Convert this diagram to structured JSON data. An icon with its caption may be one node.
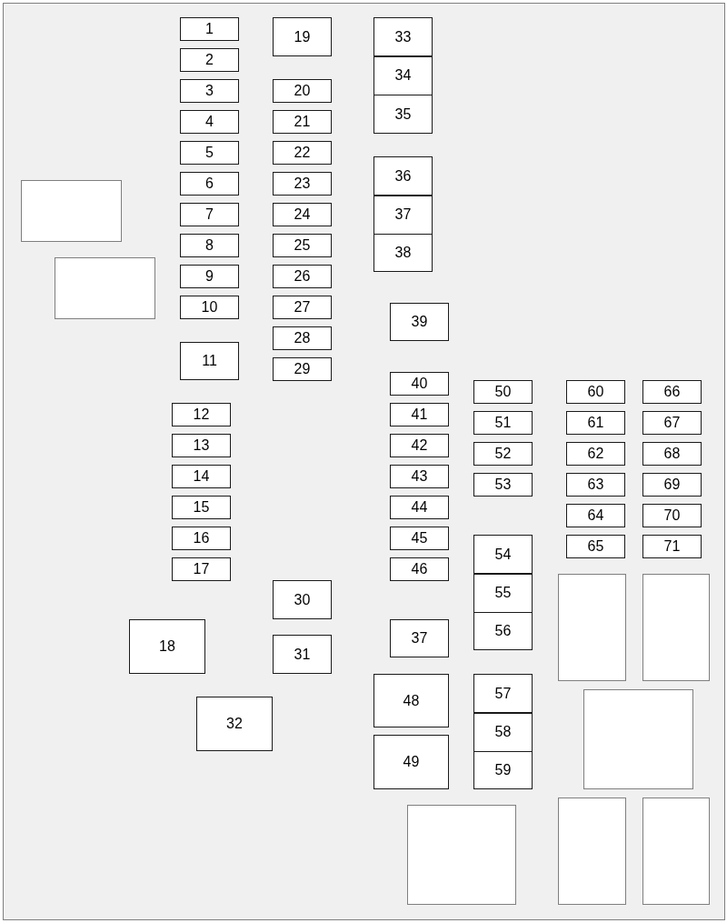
{
  "diagram": {
    "nodes": [
      {
        "text": [],
        "shape": "box"
      },
      {
        "text": [],
        "shape": "box"
      },
      {
        "text": [
          "1"
        ]
      },
      {
        "text": [
          "2"
        ]
      },
      {
        "text": [
          "3"
        ]
      },
      {
        "text": [
          "4"
        ]
      },
      {
        "text": [
          "5"
        ]
      },
      {
        "text": [
          "6"
        ]
      },
      {
        "text": [
          "7"
        ]
      },
      {
        "text": [
          "8"
        ]
      },
      {
        "text": [
          "9"
        ]
      },
      {
        "text": [
          "10"
        ]
      },
      {
        "text": [
          "11"
        ]
      },
      {
        "text": [
          "12"
        ]
      },
      {
        "text": [
          "13"
        ]
      },
      {
        "text": [
          "14"
        ]
      },
      {
        "text": [
          "15"
        ]
      },
      {
        "text": [
          "16"
        ]
      },
      {
        "text": [
          "17"
        ]
      },
      {
        "text": [
          "18"
        ]
      },
      {
        "text": [
          "19"
        ]
      },
      {
        "text": [
          "20"
        ]
      },
      {
        "text": [
          "21"
        ]
      },
      {
        "text": [
          "22"
        ]
      },
      {
        "text": [
          "23"
        ]
      },
      {
        "text": [
          "24"
        ]
      },
      {
        "text": [
          "25"
        ]
      },
      {
        "text": [
          "26"
        ]
      },
      {
        "text": [
          "27"
        ]
      },
      {
        "text": [
          "28"
        ]
      },
      {
        "text": [
          "29"
        ]
      },
      {
        "text": [
          "30"
        ]
      },
      {
        "text": [
          "31"
        ]
      },
      {
        "text": [
          "32"
        ]
      },
      {
        "text": [
          "33"
        ]
      },
      {
        "text": [
          "34"
        ]
      },
      {
        "text": [
          "35"
        ]
      },
      {
        "text": [
          "36"
        ]
      },
      {
        "text": [
          "37"
        ]
      },
      {
        "text": [
          "38"
        ]
      },
      {
        "text": [
          "39"
        ]
      },
      {
        "text": [
          "40"
        ]
      },
      {
        "text": [
          "41"
        ]
      },
      {
        "text": [
          "42"
        ]
      },
      {
        "text": [
          "43"
        ]
      },
      {
        "text": [
          "44"
        ]
      },
      {
        "text": [
          "45"
        ]
      },
      {
        "text": [
          "46"
        ]
      },
      {
        "text": [
          "37"
        ]
      },
      {
        "text": [
          "48"
        ]
      },
      {
        "text": [
          "49"
        ]
      },
      {
        "text": [
          "50"
        ]
      },
      {
        "text": [
          "51"
        ]
      },
      {
        "text": [
          "52"
        ]
      },
      {
        "text": [
          "53"
        ]
      },
      {
        "text": [
          "54"
        ]
      },
      {
        "text": [
          "55"
        ]
      },
      {
        "text": [
          "56"
        ]
      },
      {
        "text": [
          "57"
        ]
      },
      {
        "text": [
          "58"
        ]
      },
      {
        "text": [
          "59"
        ]
      },
      {
        "text": [
          "60"
        ]
      },
      {
        "text": [
          "61"
        ]
      },
      {
        "text": [
          "62"
        ]
      },
      {
        "text": [
          "63"
        ]
      },
      {
        "text": [
          "64"
        ]
      },
      {
        "text": [
          "65"
        ]
      },
      {
        "text": [
          "66"
        ]
      },
      {
        "text": [
          "67"
        ]
      },
      {
        "text": [
          "68"
        ]
      },
      {
        "text": [
          "69"
        ]
      },
      {
        "text": [
          "70"
        ]
      },
      {
        "text": [
          "71"
        ]
      },
      {
        "text": [],
        "shape": "box"
      },
      {
        "text": [],
        "shape": "box"
      },
      {
        "text": [],
        "shape": "box"
      },
      {
        "text": [],
        "shape": "box"
      },
      {
        "text": [],
        "shape": "box"
      },
      {
        "text": [],
        "shape": "box"
      }
    ]
  }
}
